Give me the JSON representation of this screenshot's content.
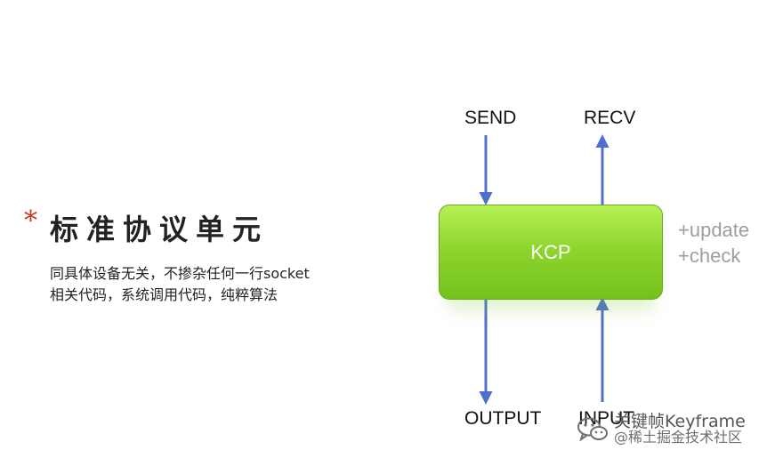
{
  "left_panel": {
    "bullet": "*",
    "heading": "标准协议单元",
    "description": [
      "同具体设备无关，不掺杂任何一行socket",
      "相关代码，系统调用代码，纯粹算法"
    ]
  },
  "diagram": {
    "box_label": "KCP",
    "send": "SEND",
    "recv": "RECV",
    "output": "OUTPUT",
    "input": "INPUT",
    "side_notes": [
      "+update",
      "+check"
    ]
  },
  "watermark": {
    "icon": "wechat-icon",
    "line1": "关键帧Keyframe",
    "line2": "@稀土掘金技术社区"
  },
  "colors": {
    "box": "#8fd62f",
    "arrow": "#4f6fcd",
    "bullet": "#c23b22",
    "side_text": "#9e9e9e"
  }
}
